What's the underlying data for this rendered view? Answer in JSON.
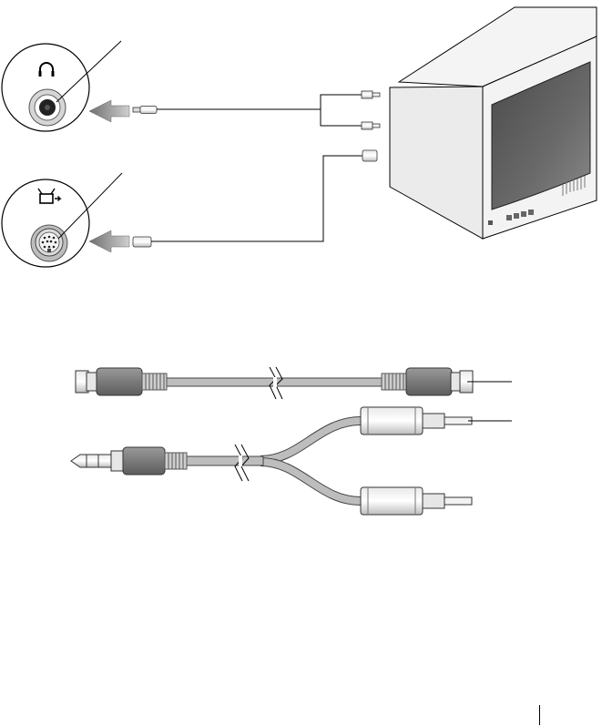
{
  "figure": {
    "title": "",
    "footer": {
      "page_number": ""
    },
    "ports": [
      {
        "name": "headphone-port",
        "icon": "headphone-icon"
      },
      {
        "name": "s-video-port",
        "icon": "tv-out-icon"
      }
    ],
    "devices": [
      {
        "name": "television"
      }
    ],
    "cables": [
      {
        "name": "s-video-cable"
      },
      {
        "name": "audio-y-cable"
      }
    ],
    "colors": {
      "line": "#000000",
      "cable_gray": "#b9b9b9",
      "connector_dark": "#7f7f7f",
      "tv_body": "#f2f2f2",
      "tv_screen": "#5f5f5f",
      "port_bg": "#d9d9d9",
      "arrow": "#8c8c8c"
    }
  }
}
